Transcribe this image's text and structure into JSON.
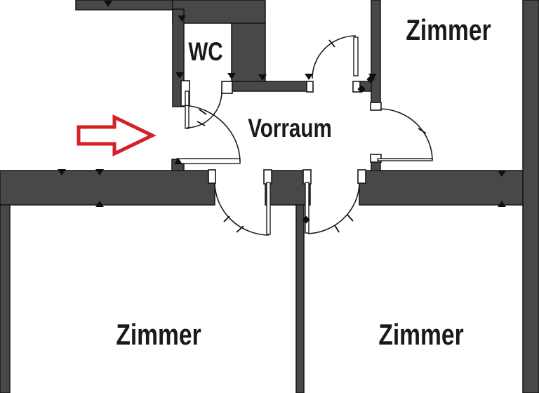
{
  "plan": {
    "type": "floor-plan",
    "rooms": {
      "wc": "WC",
      "vorraum": "Vorraum",
      "zimmer_top_right": "Zimmer",
      "zimmer_bottom_left": "Zimmer",
      "zimmer_bottom_right": "Zimmer"
    },
    "entrance_arrow": {
      "icon": "right-block-arrow",
      "direction": "right",
      "color": "#d32127"
    },
    "colors": {
      "wall": "#484848",
      "outline": "#151515",
      "background": "#ffffff",
      "text": "#1a1a1a",
      "arrow_red": "#d32127"
    }
  }
}
